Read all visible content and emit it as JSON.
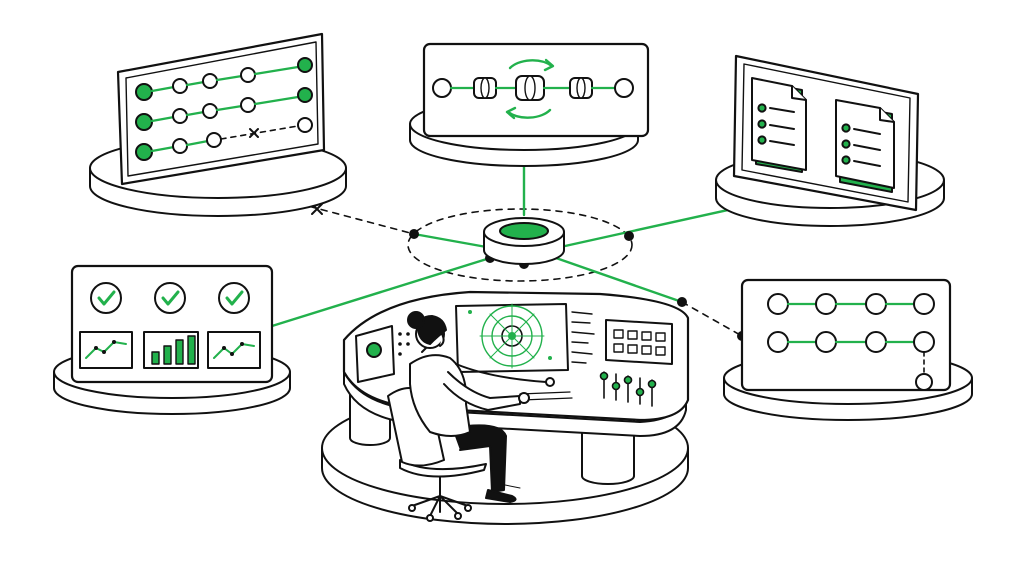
{
  "colors": {
    "accent": "#22b14c",
    "accent_dark": "#178a37",
    "ink": "#111111",
    "panel_fill": "#ffffff",
    "shadow_fill": "#f2f2f2"
  },
  "illustration": {
    "subject": "operator-at-central-control-console",
    "icons": {
      "hub": "central-hub-icon",
      "check": "checkmark-icon",
      "clock": "clock-icon",
      "document": "document-icon",
      "cross": "x-mark-icon",
      "sync": "sync-arrows-icon"
    },
    "panels": [
      {
        "id": "workflow-steps",
        "rows": 3,
        "stuck_row": 3
      },
      {
        "id": "pipeline-sync",
        "stages": 3
      },
      {
        "id": "documents",
        "count": 2
      },
      {
        "id": "checks-and-charts",
        "checks": 3,
        "charts": [
          "line",
          "bar",
          "line"
        ]
      },
      {
        "id": "process-graph",
        "rows": 2,
        "nodes_per_row": 4
      }
    ],
    "links": [
      {
        "from": "hub",
        "to": "workflow-steps",
        "status": "broken"
      },
      {
        "from": "hub",
        "to": "pipeline-sync",
        "status": "active"
      },
      {
        "from": "hub",
        "to": "documents",
        "status": "active"
      },
      {
        "from": "hub",
        "to": "checks-and-charts",
        "status": "active"
      },
      {
        "from": "hub",
        "to": "process-graph",
        "status": "pending"
      }
    ]
  }
}
